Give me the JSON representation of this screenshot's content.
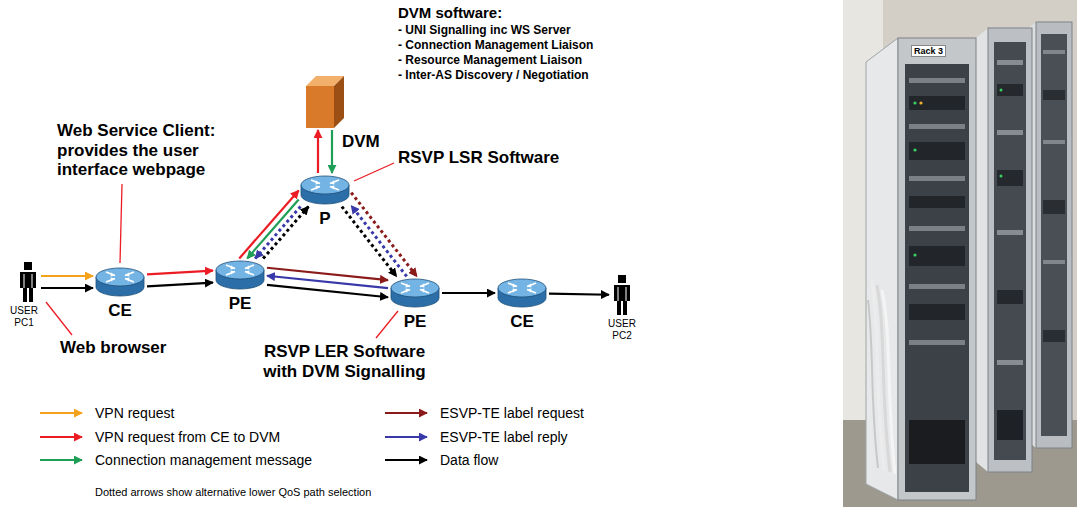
{
  "diagram": {
    "nodes": [
      {
        "text": [
          "DVM"
        ]
      },
      {
        "text": [
          "P"
        ]
      },
      {
        "text": [
          "USER PC1"
        ]
      },
      {
        "text": [
          "CE"
        ]
      },
      {
        "text": [
          "PE"
        ]
      },
      {
        "text": [
          "PE"
        ]
      },
      {
        "text": [
          "CE"
        ]
      },
      {
        "text": [
          "USER PC2"
        ]
      }
    ],
    "edges": [
      {
        "from": 2,
        "to": 3,
        "arrow": "to"
      },
      {
        "from": 2,
        "to": 3,
        "arrow": "to"
      },
      {
        "from": 3,
        "to": 4,
        "arrow": "to"
      },
      {
        "from": 3,
        "to": 4,
        "arrow": "to"
      },
      {
        "from": 4,
        "to": 1,
        "arrow": "to"
      },
      {
        "from": 1,
        "to": 4,
        "arrow": "to"
      },
      {
        "from": 1,
        "to": 4,
        "arrow": "to"
      },
      {
        "from": 4,
        "to": 1,
        "arrow": "to"
      },
      {
        "from": 1,
        "to": 0,
        "arrow": "to"
      },
      {
        "from": 0,
        "to": 1,
        "arrow": "to"
      },
      {
        "from": 1,
        "to": 5,
        "arrow": "to"
      },
      {
        "from": 5,
        "to": 1,
        "arrow": "to"
      },
      {
        "from": 1,
        "to": 5,
        "arrow": "to"
      },
      {
        "from": 4,
        "to": 5,
        "arrow": "to"
      },
      {
        "from": 5,
        "to": 4,
        "arrow": "to"
      },
      {
        "from": 4,
        "to": 5,
        "arrow": "to"
      },
      {
        "from": 5,
        "to": 6,
        "arrow": "to"
      },
      {
        "from": 6,
        "to": 7,
        "arrow": "to"
      }
    ],
    "labels": [
      "DVM software:",
      "- UNI Signalling inc WS Server",
      "- Connection Management Liaison",
      "- Resource Management Liaison",
      "- Inter-AS Discovery / Negotiation",
      "RSVP LSR Software",
      "Web Service Client: provides the user interface webpage",
      "Web browser",
      "RSVP LER Software with DVM Signalling",
      "Dotted arrows show alternative lower QoS path selection",
      "Rack 3"
    ],
    "legend": [
      {
        "text": "VPN request"
      },
      {
        "text": "VPN request from CE to DVM"
      },
      {
        "text": "Connection management message"
      },
      {
        "text": "ESVP-TE label request"
      },
      {
        "text": "ESVP-TE label reply"
      },
      {
        "text": "Data flow"
      }
    ]
  }
}
